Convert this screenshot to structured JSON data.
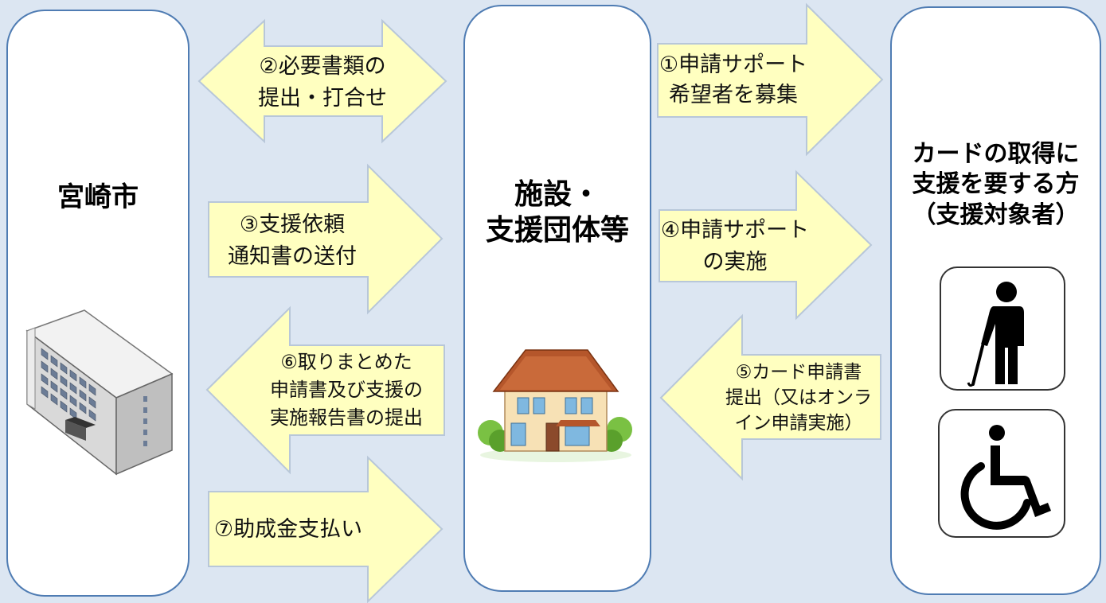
{
  "lanes": {
    "city": {
      "title": "宮崎市"
    },
    "facility": {
      "title_lines": [
        "施設・",
        "支援団体等"
      ]
    },
    "target": {
      "title_lines": [
        "カードの取得に",
        "支援を要する方",
        "（支援対象者）"
      ]
    }
  },
  "arrows": [
    {
      "label_lines": [
        "①申請サポート",
        "希望者を募集"
      ]
    },
    {
      "label_lines": [
        "②必要書類の",
        "提出・打合せ"
      ]
    },
    {
      "label_lines": [
        "③支援依頼",
        "通知書の送付"
      ]
    },
    {
      "label_lines": [
        "④申請サポート",
        "の実施"
      ]
    },
    {
      "label_lines": [
        "⑤カード申請書",
        "提出（又はオンラ",
        "イン申請実施）"
      ]
    },
    {
      "label_lines": [
        "⑥取りまとめた",
        "申請書及び支援の",
        "実施報告書の提出"
      ]
    },
    {
      "label_lines": [
        "⑦助成金支払い"
      ]
    }
  ],
  "colors": {
    "background": "#dce6f2",
    "lane_border": "#4f7cb3",
    "arrow_fill": "#ffffc0",
    "arrow_stroke": "#b8c7d9"
  },
  "icons": {
    "city": "office-building-icon",
    "facility": "house-icon",
    "target_1": "elderly-person-with-cane-icon",
    "target_2": "wheelchair-accessibility-icon"
  }
}
